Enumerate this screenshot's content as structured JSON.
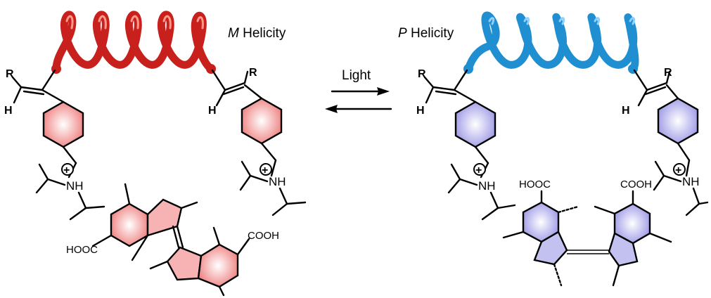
{
  "left_panel": {
    "helicity_letter": "M",
    "helicity_word": " Helicity",
    "helix_color": "#c8201c",
    "ring_color": "#f4a0a0",
    "substituent_r": "R",
    "substituent_h": "H",
    "charge_symbol": "+",
    "amine_label": "NH",
    "acid_left": "HOOC",
    "acid_right": "COOH"
  },
  "right_panel": {
    "helicity_letter": "P",
    "helicity_word": " Helicity",
    "helix_color": "#1f8fd1",
    "ring_color": "#b9b7ee",
    "substituent_r": "R",
    "substituent_h": "H",
    "charge_symbol": "+",
    "amine_label": "NH",
    "acid_left": "HOOC",
    "acid_right": "COOH"
  },
  "arrow": {
    "label": "Light"
  }
}
